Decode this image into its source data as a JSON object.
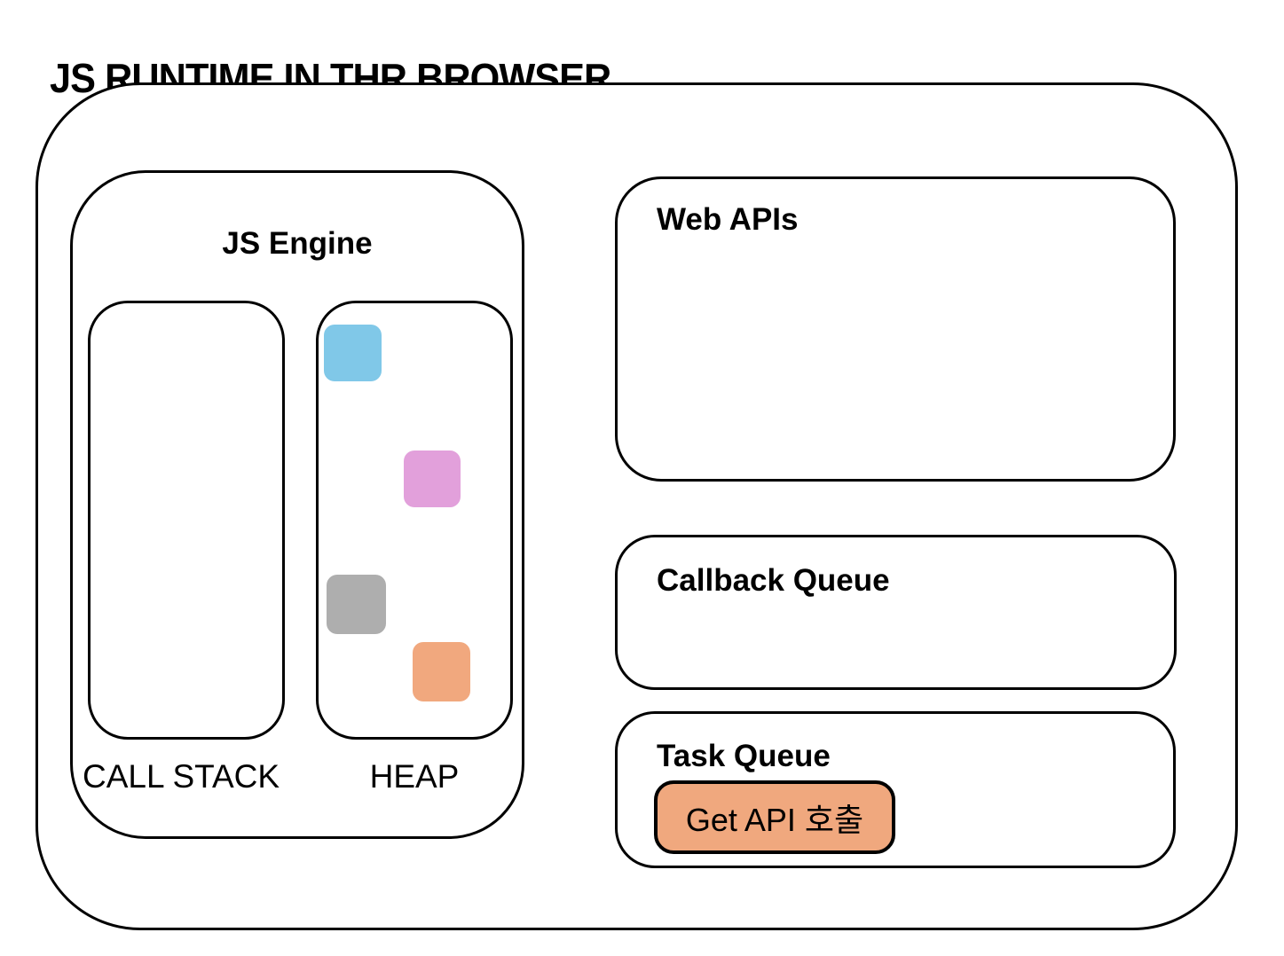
{
  "title": "JS RUNTIME IN THR BROWSER",
  "js_engine": {
    "label": "JS Engine",
    "call_stack": {
      "label": "CALL STACK"
    },
    "heap": {
      "label": "HEAP",
      "blocks": [
        {
          "name": "blue-block",
          "color": "#80C8E8"
        },
        {
          "name": "pink-block",
          "color": "#E2A0DB"
        },
        {
          "name": "gray-block",
          "color": "#AEAEAE"
        },
        {
          "name": "orange-block",
          "color": "#F1A87E"
        }
      ]
    }
  },
  "web_apis": {
    "label": "Web APIs"
  },
  "callback_queue": {
    "label": "Callback Queue"
  },
  "task_queue": {
    "label": "Task Queue",
    "tasks": [
      {
        "label": "Get API 호출",
        "color": "#F0A87E"
      }
    ]
  }
}
